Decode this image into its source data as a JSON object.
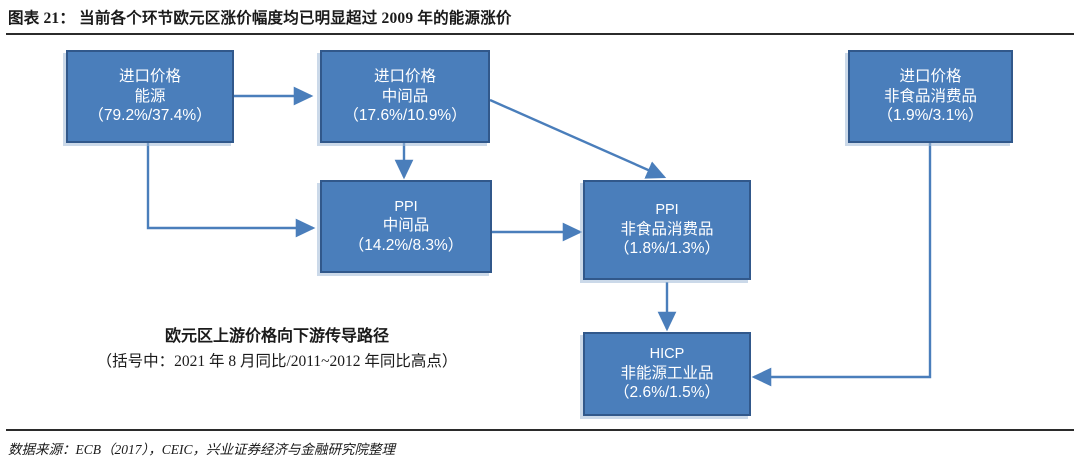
{
  "figure": {
    "title": "图表 21： 当前各个环节欧元区涨价幅度均已明显超过 2009 年的能源涨价",
    "source": "数据来源：ECB（2017），CEIC，兴业证券经济与金融研究院整理"
  },
  "caption": {
    "line1": "欧元区上游价格向下游传导路径",
    "line2": "（括号中：2021 年 8 月同比/2011~2012 年同比高点）"
  },
  "colors": {
    "node_fill": "#4a7ebb",
    "node_border": "#31588b",
    "node_shadow": "#a0b9d7",
    "connector": "#4a7ebb",
    "text": "#1a1a1a",
    "rule": "#2b2b2b"
  },
  "nodes": [
    {
      "id": "import-energy",
      "line1": "进口价格",
      "line2": "能源",
      "line3": "（79.2%/37.4%）"
    },
    {
      "id": "import-intermediate",
      "line1": "进口价格",
      "line2": "中间品",
      "line3": "（17.6%/10.9%）"
    },
    {
      "id": "import-nonfood-consumer",
      "line1": "进口价格",
      "line2": "非食品消费品",
      "line3": "（1.9%/3.1%）"
    },
    {
      "id": "ppi-intermediate",
      "line1": "PPI",
      "line2": "中间品",
      "line3": "（14.2%/8.3%）"
    },
    {
      "id": "ppi-nonfood-consumer",
      "line1": "PPI",
      "line2": "非食品消费品",
      "line3": "（1.8%/1.3%）"
    },
    {
      "id": "hicp-nonenergy-industrial",
      "line1": "HICP",
      "line2": "非能源工业品",
      "line3": "（2.6%/1.5%）"
    }
  ],
  "connectors": [
    {
      "id": "energy-to-import-intermediate",
      "from": "import-energy",
      "to": "import-intermediate"
    },
    {
      "id": "energy-to-ppi-intermediate",
      "from": "import-energy",
      "to": "ppi-intermediate"
    },
    {
      "id": "import-intermediate-to-ppi-intermediate",
      "from": "import-intermediate",
      "to": "ppi-intermediate"
    },
    {
      "id": "import-intermediate-to-ppi-nonfood",
      "from": "import-intermediate",
      "to": "ppi-nonfood-consumer"
    },
    {
      "id": "ppi-intermediate-to-ppi-nonfood",
      "from": "ppi-intermediate",
      "to": "ppi-nonfood-consumer"
    },
    {
      "id": "ppi-nonfood-to-hicp",
      "from": "ppi-nonfood-consumer",
      "to": "hicp-nonenergy-industrial"
    },
    {
      "id": "import-nonfood-to-hicp",
      "from": "import-nonfood-consumer",
      "to": "hicp-nonenergy-industrial"
    }
  ],
  "chart_data": {
    "type": "diagram",
    "title": "欧元区上游价格向下游传导路径",
    "note": "（括号中：2021 年 8 月同比/2011~2012 年同比高点）",
    "unit": "%",
    "metrics": [
      {
        "node": "进口价格 能源",
        "aug_2021_yoy": 79.2,
        "peak_2011_2012_yoy": 37.4
      },
      {
        "node": "进口价格 中间品",
        "aug_2021_yoy": 17.6,
        "peak_2011_2012_yoy": 10.9
      },
      {
        "node": "进口价格 非食品消费品",
        "aug_2021_yoy": 1.9,
        "peak_2011_2012_yoy": 3.1
      },
      {
        "node": "PPI 中间品",
        "aug_2021_yoy": 14.2,
        "peak_2011_2012_yoy": 8.3
      },
      {
        "node": "PPI 非食品消费品",
        "aug_2021_yoy": 1.8,
        "peak_2011_2012_yoy": 1.3
      },
      {
        "node": "HICP 非能源工业品",
        "aug_2021_yoy": 2.6,
        "peak_2011_2012_yoy": 1.5
      }
    ],
    "edges": [
      [
        "进口价格 能源",
        "进口价格 中间品"
      ],
      [
        "进口价格 能源",
        "PPI 中间品"
      ],
      [
        "进口价格 中间品",
        "PPI 中间品"
      ],
      [
        "进口价格 中间品",
        "PPI 非食品消费品"
      ],
      [
        "PPI 中间品",
        "PPI 非食品消费品"
      ],
      [
        "PPI 非食品消费品",
        "HICP 非能源工业品"
      ],
      [
        "进口价格 非食品消费品",
        "HICP 非能源工业品"
      ]
    ]
  }
}
